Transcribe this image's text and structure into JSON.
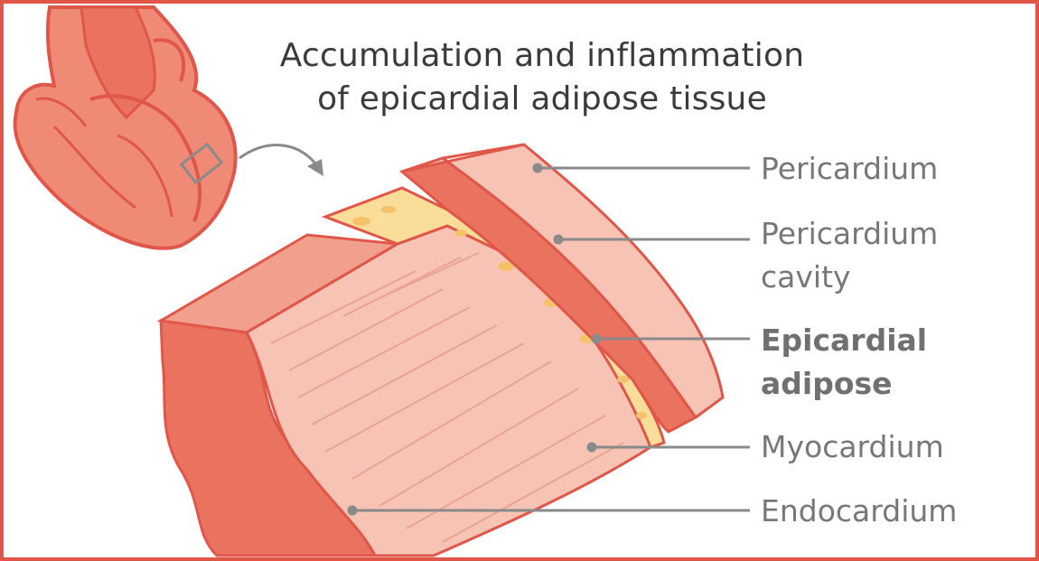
{
  "title": {
    "line1": "Accumulation and inflammation",
    "line2": "of epicardial adipose tissue"
  },
  "labels": {
    "pericardium": "Pericardium",
    "pericardium_cavity_line1": "Pericardium",
    "pericardium_cavity_line2": "cavity",
    "epicardial_adipose_line1": "Epicardial",
    "epicardial_adipose_line2": "adipose",
    "myocardium": "Myocardium",
    "endocardium": "Endocardium"
  },
  "colors": {
    "frame_border": "#e0574a",
    "tissue_dark": "#e9735f",
    "tissue_mid": "#f1a08e",
    "tissue_light": "#f6c3b4",
    "adipose": "#fbdd9a",
    "leader_line": "#8a8a8a",
    "title_text": "#3b3b3b",
    "label_text": "#777777"
  }
}
